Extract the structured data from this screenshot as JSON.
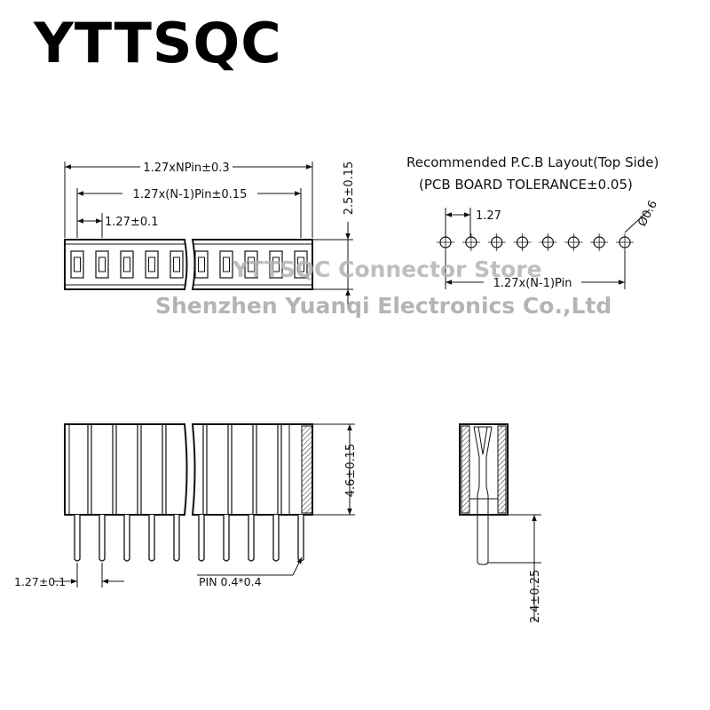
{
  "brand": "YTTSQC",
  "watermark": {
    "line1": "YTTSQC Connector Store",
    "line2": "Shenzhen Yuanqi Electronics Co.,Ltd"
  },
  "top_view": {
    "overall_length": "1.27xNPin±0.3",
    "pin_span": "1.27x(N-1)Pin±0.15",
    "pitch": "1.27±0.1",
    "width": "2.5±0.15"
  },
  "pcb_layout": {
    "title": "Recommended P.C.B Layout(Top Side)",
    "tolerance": "(PCB BOARD TOLERANCE±0.05)",
    "pitch": "1.27",
    "hole": "Ø0.6",
    "span": "1.27x(N-1)Pin",
    "hole_count": 8
  },
  "front_view": {
    "height": "4.6±0.15",
    "pitch": "1.27±0.1",
    "pin_size": "PIN  0.4*0.4"
  },
  "side_view": {
    "pin_length": "2.4±0.25"
  }
}
